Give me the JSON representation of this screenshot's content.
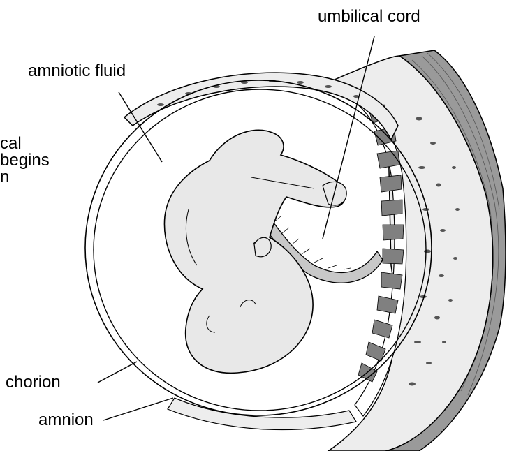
{
  "labels": {
    "umbilical_cord": "umbilical cord",
    "amniotic_fluid": "amniotic fluid",
    "chorion": "chorion",
    "amnion": "amnion",
    "cut_off_text": [
      "cal",
      "begins",
      "n"
    ]
  },
  "colors": {
    "line": "#000000",
    "light_fill": "#e8e8e8",
    "tissue_fill": "#ededed",
    "dark_fill": "#808080",
    "wall_fill": "#9a9a9a",
    "background": "#ffffff"
  }
}
